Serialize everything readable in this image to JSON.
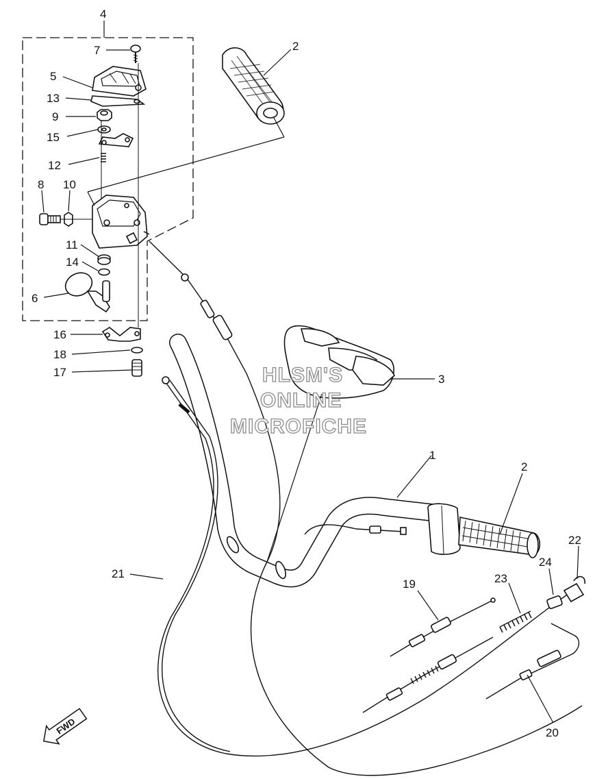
{
  "callouts": [
    {
      "id": "c4",
      "text": "4"
    },
    {
      "id": "c7",
      "text": "7"
    },
    {
      "id": "c5",
      "text": "5"
    },
    {
      "id": "c13",
      "text": "13"
    },
    {
      "id": "c9",
      "text": "9"
    },
    {
      "id": "c15",
      "text": "15"
    },
    {
      "id": "c12",
      "text": "12"
    },
    {
      "id": "c8",
      "text": "8"
    },
    {
      "id": "c10",
      "text": "10"
    },
    {
      "id": "c11",
      "text": "11"
    },
    {
      "id": "c14",
      "text": "14"
    },
    {
      "id": "c6",
      "text": "6"
    },
    {
      "id": "c16",
      "text": "16"
    },
    {
      "id": "c18",
      "text": "18"
    },
    {
      "id": "c17",
      "text": "17"
    },
    {
      "id": "c2a",
      "text": "2"
    },
    {
      "id": "c3",
      "text": "3"
    },
    {
      "id": "c1",
      "text": "1"
    },
    {
      "id": "c2b",
      "text": "2"
    },
    {
      "id": "c21",
      "text": "21"
    },
    {
      "id": "c19",
      "text": "19"
    },
    {
      "id": "c23",
      "text": "23"
    },
    {
      "id": "c24",
      "text": "24"
    },
    {
      "id": "c22",
      "text": "22"
    },
    {
      "id": "c20",
      "text": "20"
    }
  ],
  "watermark": {
    "line1": "HLSM'S",
    "line2": "ONLINE",
    "line3": "MICROFICHE"
  },
  "fwd_label": "FWD"
}
